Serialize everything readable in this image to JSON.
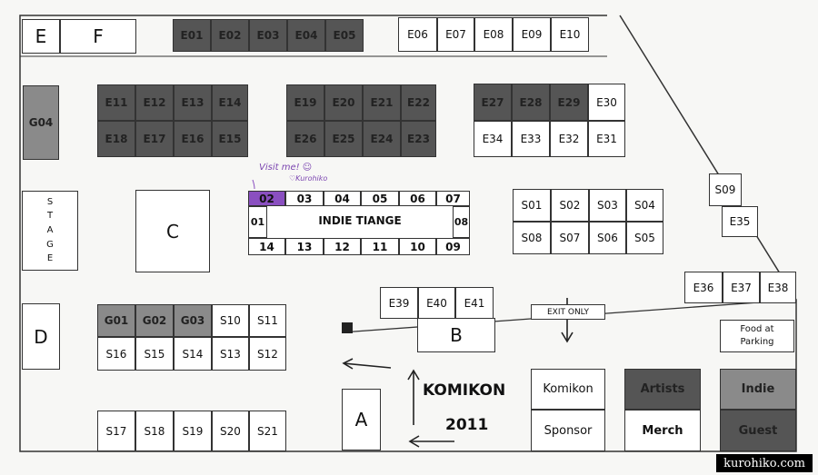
{
  "zones": {
    "E": "E",
    "F": "F",
    "C": "C",
    "D": "D",
    "A": "A",
    "B": "B"
  },
  "stage_letters": [
    "S",
    "T",
    "A",
    "G",
    "E"
  ],
  "top_row": [
    "E01",
    "E02",
    "E03",
    "E04",
    "E05",
    "E06",
    "E07",
    "E08",
    "E09",
    "E10"
  ],
  "g04": "G04",
  "block_left_top": [
    "E11",
    "E12",
    "E13",
    "E14"
  ],
  "block_left_bottom": [
    "E18",
    "E17",
    "E16",
    "E15"
  ],
  "block_mid_top": [
    "E19",
    "E20",
    "E21",
    "E22"
  ],
  "block_mid_bottom": [
    "E26",
    "E25",
    "E24",
    "E23"
  ],
  "block_right_top": [
    "E27",
    "E28",
    "E29",
    "E30"
  ],
  "block_right_bottom": [
    "E34",
    "E33",
    "E32",
    "E31"
  ],
  "indie": {
    "title": "INDIE TIANGE",
    "top": [
      "02",
      "03",
      "04",
      "05",
      "06",
      "07"
    ],
    "left": "01",
    "right": "08",
    "bottom": [
      "14",
      "13",
      "12",
      "11",
      "10",
      "09"
    ]
  },
  "annotation": {
    "line1": "Visit me! ☺",
    "line2": "♡Kurohiko"
  },
  "s_block_top": [
    "S01",
    "S02",
    "S03",
    "S04"
  ],
  "s_block_bottom": [
    "S08",
    "S07",
    "S06",
    "S05"
  ],
  "s09": "S09",
  "e35": "E35",
  "e36_38": [
    "E36",
    "E37",
    "E38"
  ],
  "e39_41": [
    "E39",
    "E40",
    "E41"
  ],
  "exit_only": "EXIT ONLY",
  "food": {
    "line1": "Food at",
    "line2": "Parking"
  },
  "g_row_top": [
    "G01",
    "G02",
    "G03",
    "S10",
    "S11"
  ],
  "g_row_bottom": [
    "S16",
    "S15",
    "S14",
    "S13",
    "S12"
  ],
  "bottom_row": [
    "S17",
    "S18",
    "S19",
    "S20",
    "S21"
  ],
  "komikon": {
    "line1": "KOMIKON",
    "line2": "2011"
  },
  "legend": {
    "komikon": "Komikon",
    "sponsor": "Sponsor",
    "artists": "Artists",
    "merch": "Merch",
    "indie": "Indie",
    "guest": "Guest"
  },
  "watermark": "kurohiko.com",
  "colors": {
    "dark_booth": "#555555",
    "mid_booth": "#8a8a8a",
    "highlight": "#8a4fc0"
  }
}
